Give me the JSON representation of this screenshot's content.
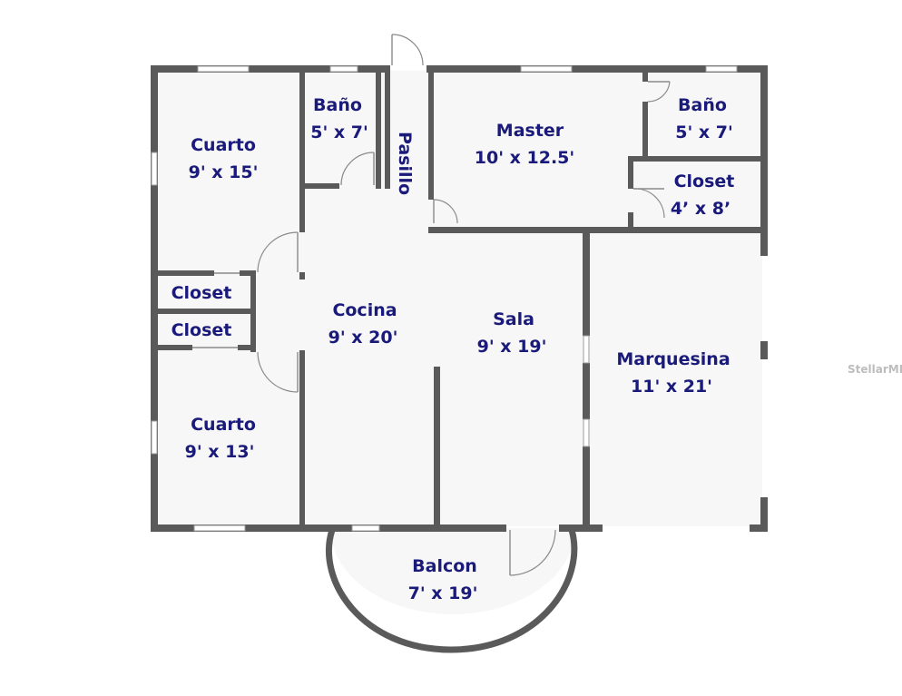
{
  "rooms": {
    "cuarto_top": {
      "name": "Cuarto",
      "size": "9'  x 15'"
    },
    "bano_left": {
      "name": "Baño",
      "size": "5' x 7'"
    },
    "pasillo": {
      "name": "Pasillo"
    },
    "master": {
      "name": "Master",
      "size": "10' x 12.5'"
    },
    "bano_right": {
      "name": "Baño",
      "size": "5' x 7'"
    },
    "closet_right": {
      "name": "Closet",
      "size": "4’ x 8’"
    },
    "closet_1": {
      "name": "Closet"
    },
    "closet_2": {
      "name": "Closet"
    },
    "cocina": {
      "name": "Cocina",
      "size": "9'  x 20'"
    },
    "sala": {
      "name": "Sala",
      "size": "9'  x 19'"
    },
    "marquesina": {
      "name": "Marquesina",
      "size": "11'  x 21'"
    },
    "cuarto_bottom": {
      "name": "Cuarto",
      "size": "9'  x 13'"
    },
    "balcon": {
      "name": "Balcon",
      "size": "7'  x 19'"
    }
  },
  "watermark": "StellarMLS",
  "colors": {
    "wall": "#5a5a5a",
    "label": "#1a1a7a",
    "floor": "#f7f7f7"
  }
}
